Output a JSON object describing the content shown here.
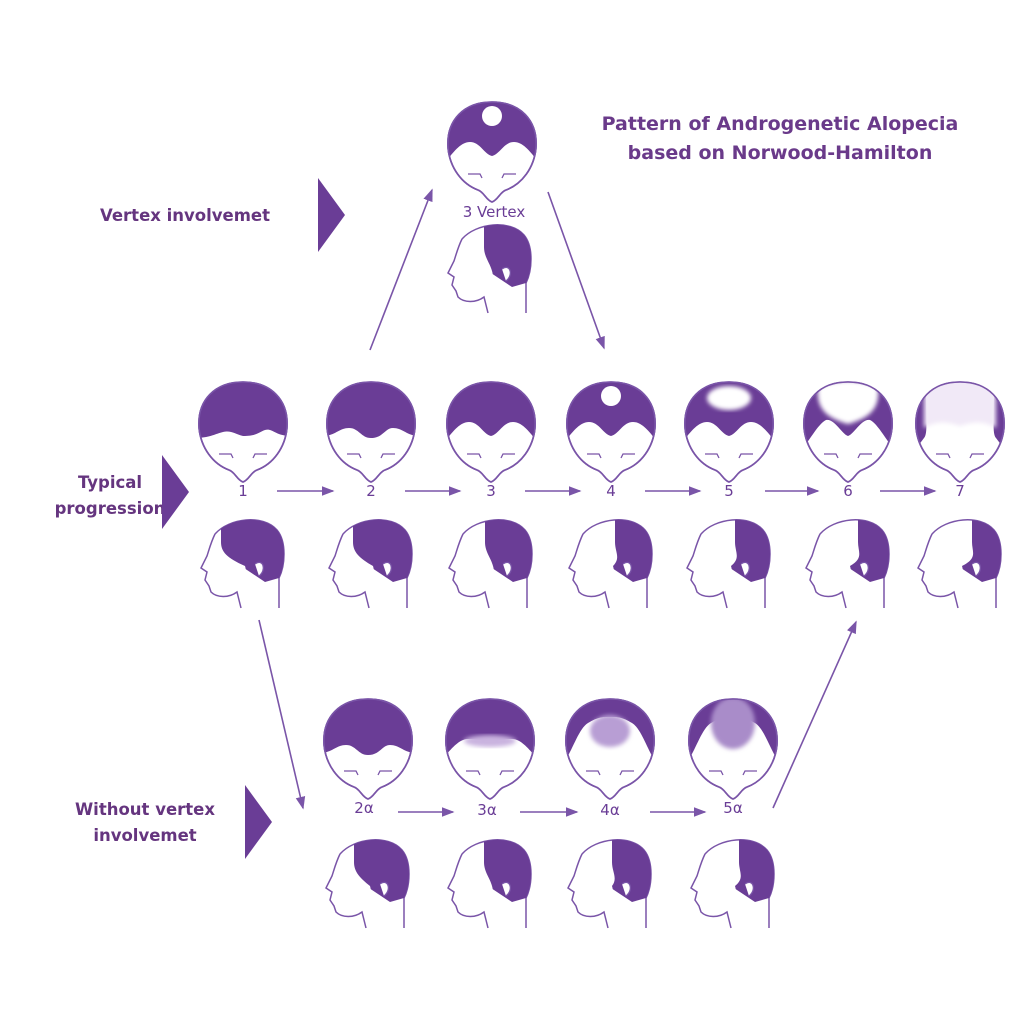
{
  "title": {
    "line1": "Pattern of Androgenetic Alopecia",
    "line2": "based on Norwood-Hamilton"
  },
  "rows": {
    "vertex": {
      "label_line1": "Vertex involvemet",
      "stages": [
        {
          "label": "3 Vertex",
          "crown_loss": "small-spot",
          "front": "deep-m"
        }
      ]
    },
    "typical": {
      "label_line1": "Typical",
      "label_line2": "progression",
      "stages": [
        {
          "label": "1",
          "crown_loss": "none",
          "front": "full"
        },
        {
          "label": "2",
          "crown_loss": "none",
          "front": "slight-m"
        },
        {
          "label": "3",
          "crown_loss": "none",
          "front": "deep-m"
        },
        {
          "label": "4",
          "crown_loss": "small-spot",
          "front": "deep-m"
        },
        {
          "label": "5",
          "crown_loss": "oval",
          "front": "deep-m"
        },
        {
          "label": "6",
          "crown_loss": "large",
          "front": "bridge-lost"
        },
        {
          "label": "7",
          "crown_loss": "full-top",
          "front": "sides-only"
        }
      ]
    },
    "without_vertex": {
      "label_line1": "Without vertex",
      "label_line2": "involvemet",
      "stages": [
        {
          "label": "2α",
          "crown_loss": "none",
          "front": "slight-m"
        },
        {
          "label": "3α",
          "crown_loss": "thinning-band",
          "front": "receded"
        },
        {
          "label": "4α",
          "crown_loss": "diffuse-mid",
          "front": "receded-deep"
        },
        {
          "label": "5α",
          "crown_loss": "diffuse-large",
          "front": "receded-deep"
        }
      ]
    }
  },
  "colors": {
    "hair": "#6a3d96",
    "outline": "#7a55a8",
    "text": "#65357f"
  }
}
